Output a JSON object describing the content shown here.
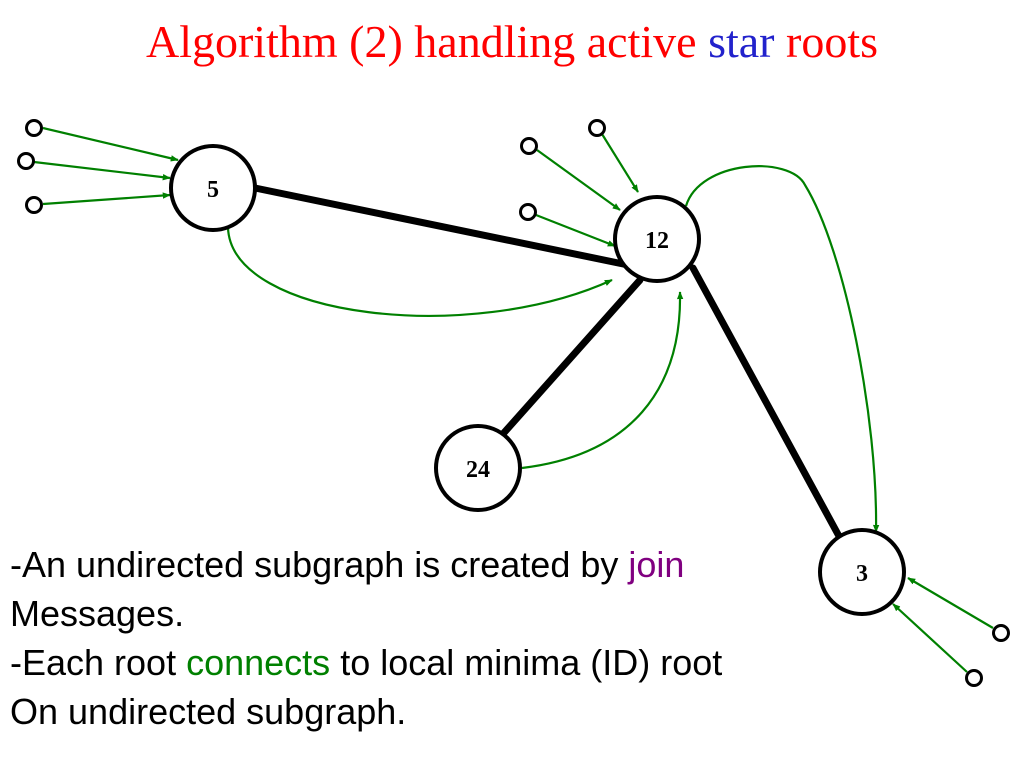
{
  "slide": {
    "title_part1": "Algorithm (2) handling active ",
    "title_part2": "star",
    "title_part3": " roots"
  },
  "colors": {
    "title_red": "#ff0000",
    "title_blue": "#2222cc",
    "arrow_green": "#008000",
    "join_purple": "#800080",
    "connects_green": "#008000",
    "edge_black": "#000000"
  },
  "nodes": [
    {
      "id": "node-5",
      "label": "5"
    },
    {
      "id": "node-12",
      "label": "12"
    },
    {
      "id": "node-24",
      "label": "24"
    },
    {
      "id": "node-3",
      "label": "3"
    }
  ],
  "body": {
    "line1_pre": "-An undirected subgraph is created by ",
    "line1_join": "join",
    "line2": "Messages.",
    "line3_pre": "-Each root ",
    "line3_connects": "connects",
    "line3_post": " to local minima (ID) root",
    "line4": "On undirected subgraph."
  }
}
